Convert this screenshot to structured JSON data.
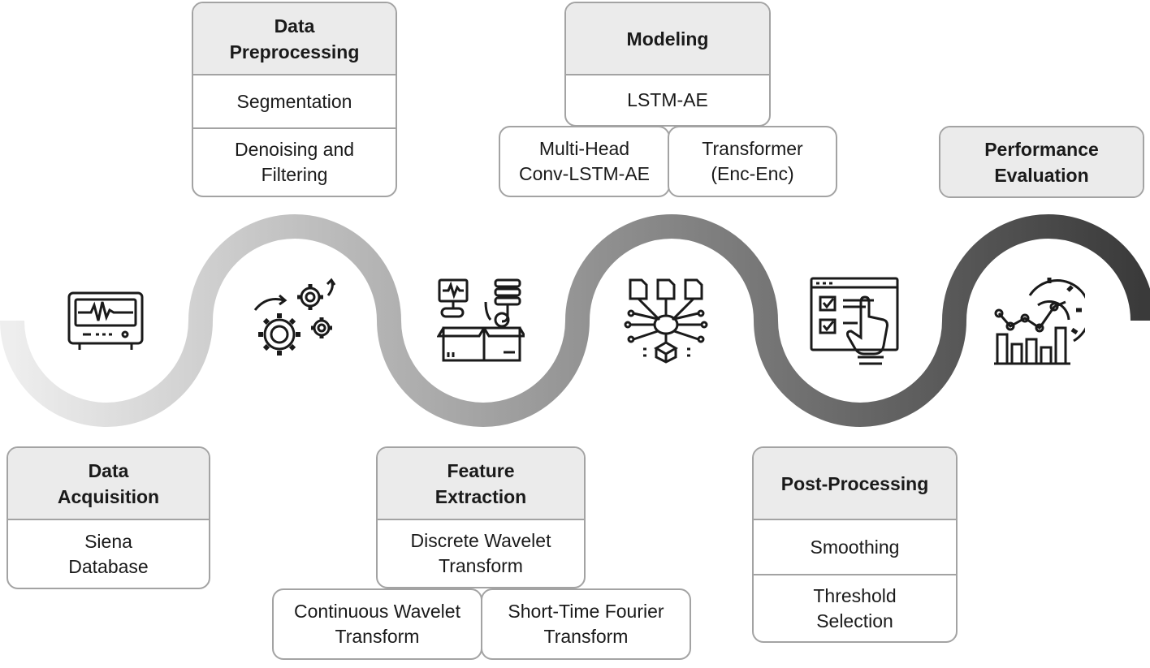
{
  "diagram": {
    "wave_gradient": [
      "#eeeeee",
      "#3a3a3a"
    ],
    "stages": [
      {
        "title": "Data\nAcquisition",
        "items": [
          "Siena\nDatabase"
        ],
        "icon": "monitor-waveform-icon"
      },
      {
        "title": "Data\nPreprocessing",
        "items": [
          "Segmentation",
          "Denoising and\nFiltering"
        ],
        "icon": "gears-icon"
      },
      {
        "title": "Feature\nExtraction",
        "items": [
          "Discrete Wavelet\nTransform"
        ],
        "sub_items": [
          "Continuous Wavelet\nTransform",
          "Short-Time Fourier\nTransform"
        ],
        "icon": "data-box-icon"
      },
      {
        "title": "Modeling",
        "items": [
          "LSTM-AE"
        ],
        "sub_items": [
          "Multi-Head\nConv-LSTM-AE",
          "Transformer\n(Enc-Enc)"
        ],
        "icon": "neural-network-icon"
      },
      {
        "title": "Post-Processing",
        "items": [
          "Smoothing",
          "Threshold\nSelection"
        ],
        "icon": "checklist-icon"
      },
      {
        "title": "Performance\nEvaluation",
        "items": [],
        "icon": "performance-chart-icon"
      }
    ]
  }
}
